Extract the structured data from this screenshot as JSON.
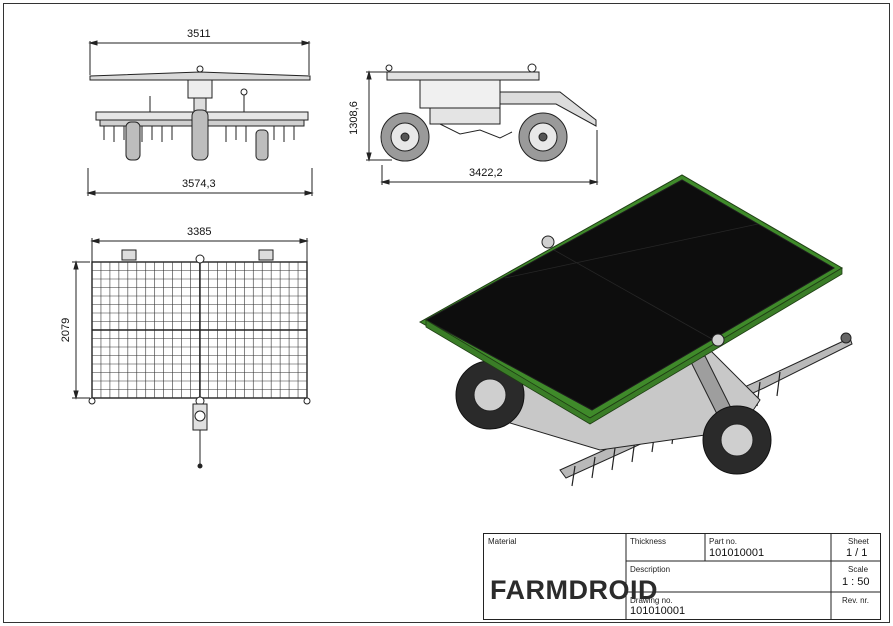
{
  "dimensions": {
    "front_width": "3511",
    "front_overall_width": "3574,3",
    "side_height": "1308,6",
    "side_length": "3422,2",
    "top_width": "3385",
    "top_depth": "2079"
  },
  "title_block": {
    "material_label": "Material",
    "thickness_label": "Thickness",
    "part_no_label": "Part no.",
    "part_no_value": "101010001",
    "sheet_label": "Sheet",
    "sheet_value": "1 / 1",
    "description_label": "Description",
    "scale_label": "Scale",
    "scale_value": "1 : 50",
    "drawing_no_label": "Drawing no.",
    "drawing_no_value": "101010001",
    "rev_label": "Rev. nr.",
    "logo_text": "FARMDROID"
  },
  "colors": {
    "panel_frame": "#3f8a2a",
    "panel_face": "#0d0d0d",
    "line": "#222222",
    "metal": "#b9b9b9"
  }
}
